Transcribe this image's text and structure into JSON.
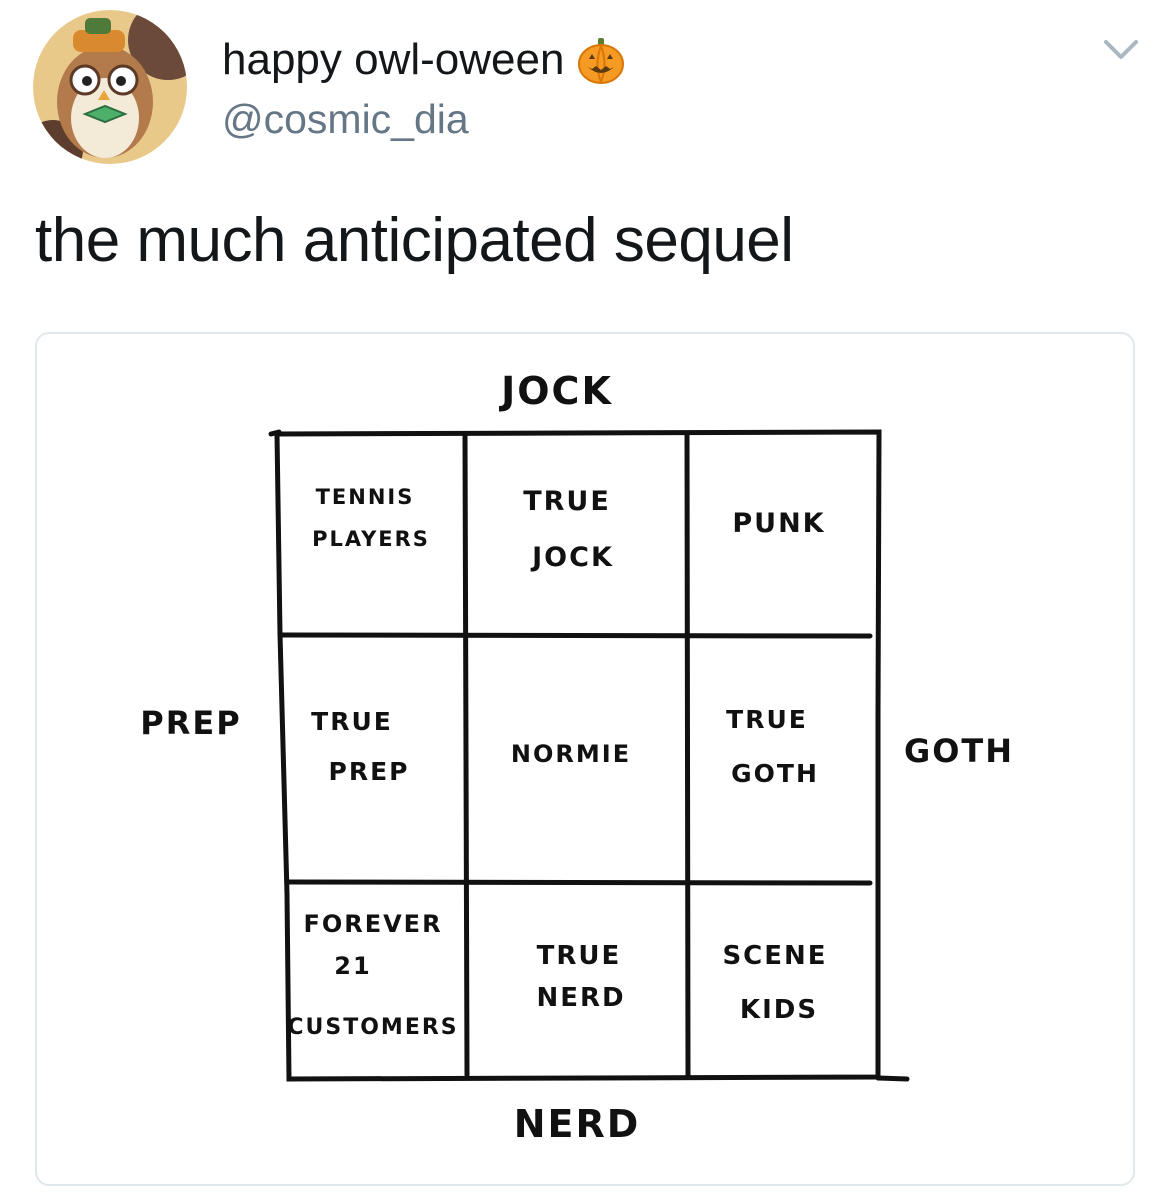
{
  "tweet": {
    "display_name": "happy owl-oween",
    "name_emoji_icon": "jack-o-lantern-icon",
    "handle": "@cosmic_dia",
    "text": "the much anticipated sequel",
    "menu_icon": "chevron-down-icon",
    "avatar_icon": "owl-avatar-icon"
  },
  "chart": {
    "axes": {
      "top": "JOCK",
      "bottom": "NERD",
      "left": "PREP",
      "right": "GOTH"
    },
    "grid": [
      [
        [
          "TENNIS",
          "PLAYERS"
        ],
        [
          "TRUE",
          "JOCK"
        ],
        [
          "PUNK"
        ]
      ],
      [
        [
          "TRUE",
          "PREP"
        ],
        [
          "NORMIE"
        ],
        [
          "TRUE",
          "GOTH"
        ]
      ],
      [
        [
          "FOREVER",
          "21",
          "CUSTOMERS"
        ],
        [
          "TRUE",
          "NERD"
        ],
        [
          "SCENE",
          "KIDS"
        ]
      ]
    ]
  },
  "colors": {
    "text_primary": "#14171a",
    "text_secondary": "#657786",
    "card_border": "#e1e8ed",
    "ink": "#111111"
  }
}
